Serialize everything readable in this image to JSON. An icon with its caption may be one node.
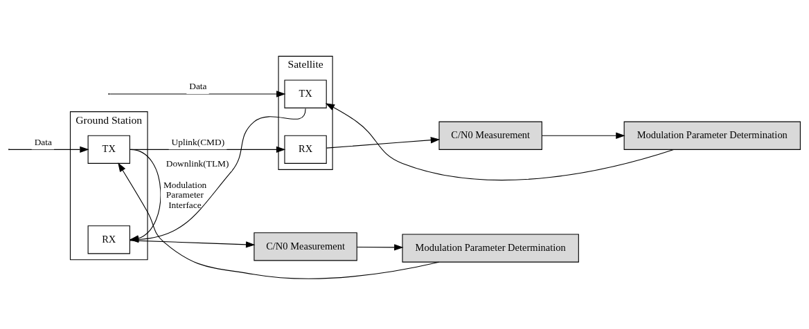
{
  "diagram": {
    "nodes": [
      {
        "text": [
          "Ground Station"
        ]
      },
      {
        "text": [
          "TX"
        ],
        "in": 0
      },
      {
        "text": [
          "RX"
        ],
        "in": 0
      },
      {
        "text": [
          "Satellite"
        ]
      },
      {
        "text": [
          "RX"
        ],
        "in": 3
      },
      {
        "text": [
          "TX"
        ],
        "in": 3
      },
      {
        "text": [
          "Modulation Parameter Determination"
        ]
      },
      {
        "text": [
          "C/N0 Measurement"
        ]
      },
      {
        "text": [
          "C/N0 Measurement"
        ]
      },
      {
        "text": [
          "Modulation Parameter Determination"
        ]
      }
    ],
    "edges": [
      {
        "from": null,
        "to": 1,
        "arrow": "to",
        "label": "Data"
      },
      {
        "from": 1,
        "to": 4,
        "arrow": "to",
        "label": "Uplink(CMD)"
      },
      {
        "from": 1,
        "to": 2,
        "arrow": "to",
        "label": "Modulation Parameter Interface"
      },
      {
        "from": 5,
        "to": 2,
        "arrow": "to",
        "label": "Downlink(TLM)"
      },
      {
        "from": null,
        "to": 5,
        "arrow": "to",
        "label": "Data"
      },
      {
        "from": 2,
        "to": 7,
        "arrow": "to"
      },
      {
        "from": 7,
        "to": 6,
        "arrow": "to"
      },
      {
        "from": 6,
        "to": 1,
        "arrow": "to"
      },
      {
        "from": 4,
        "to": 8,
        "arrow": "to"
      },
      {
        "from": 8,
        "to": 9,
        "arrow": "to"
      },
      {
        "from": 9,
        "to": 5,
        "arrow": "to"
      }
    ]
  }
}
